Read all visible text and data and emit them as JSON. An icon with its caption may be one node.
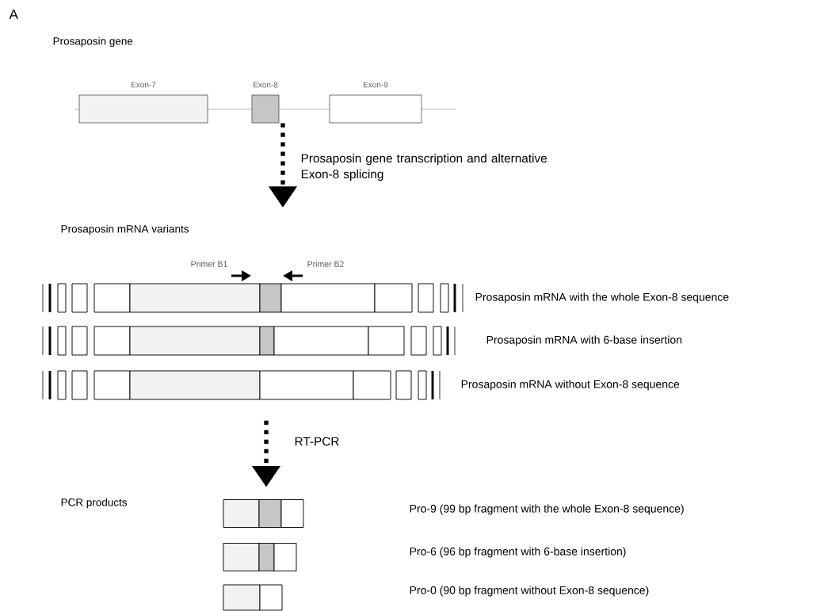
{
  "diagram": {
    "nodes": [
      {
        "text": [
          "Exon-7"
        ]
      },
      {
        "text": [
          "Exon-8"
        ]
      },
      {
        "text": [
          "Exon-9"
        ]
      },
      {
        "text": [],
        "shape": "bar",
        "beside": [
          "Prosaposin mRNA with the whole Exon-8 sequence"
        ]
      },
      {
        "text": [],
        "shape": "bar",
        "beside": [
          "Prosaposin mRNA with 6-base insertion"
        ]
      },
      {
        "text": [],
        "shape": "bar",
        "beside": [
          "Prosaposin mRNA without Exon-8 sequence"
        ]
      },
      {
        "text": [],
        "shape": "bar"
      },
      {
        "text": [],
        "shape": "bar"
      },
      {
        "text": [],
        "shape": "bar"
      }
    ],
    "edges": [
      {
        "from": 1,
        "to": null,
        "arrow": "to",
        "style": "dashed",
        "label": "Prosaposin gene transcription and alternative Exon-8 splicing"
      },
      {
        "from": 5,
        "to": 6,
        "arrow": "to",
        "style": "dashed",
        "label": "RT-PCR"
      }
    ],
    "labels": [
      "A",
      "Prosaposin gene",
      "Prosaposin mRNA variants",
      "Primer B1",
      "Primer B2",
      "PCR products",
      "Pro-9 (99 bp fragment with the whole Exon-8 sequence)",
      "Pro-6 (96 bp fragment with 6-base insertion)",
      "Pro-0 (90 bp fragment without Exon-8 sequence)"
    ]
  }
}
